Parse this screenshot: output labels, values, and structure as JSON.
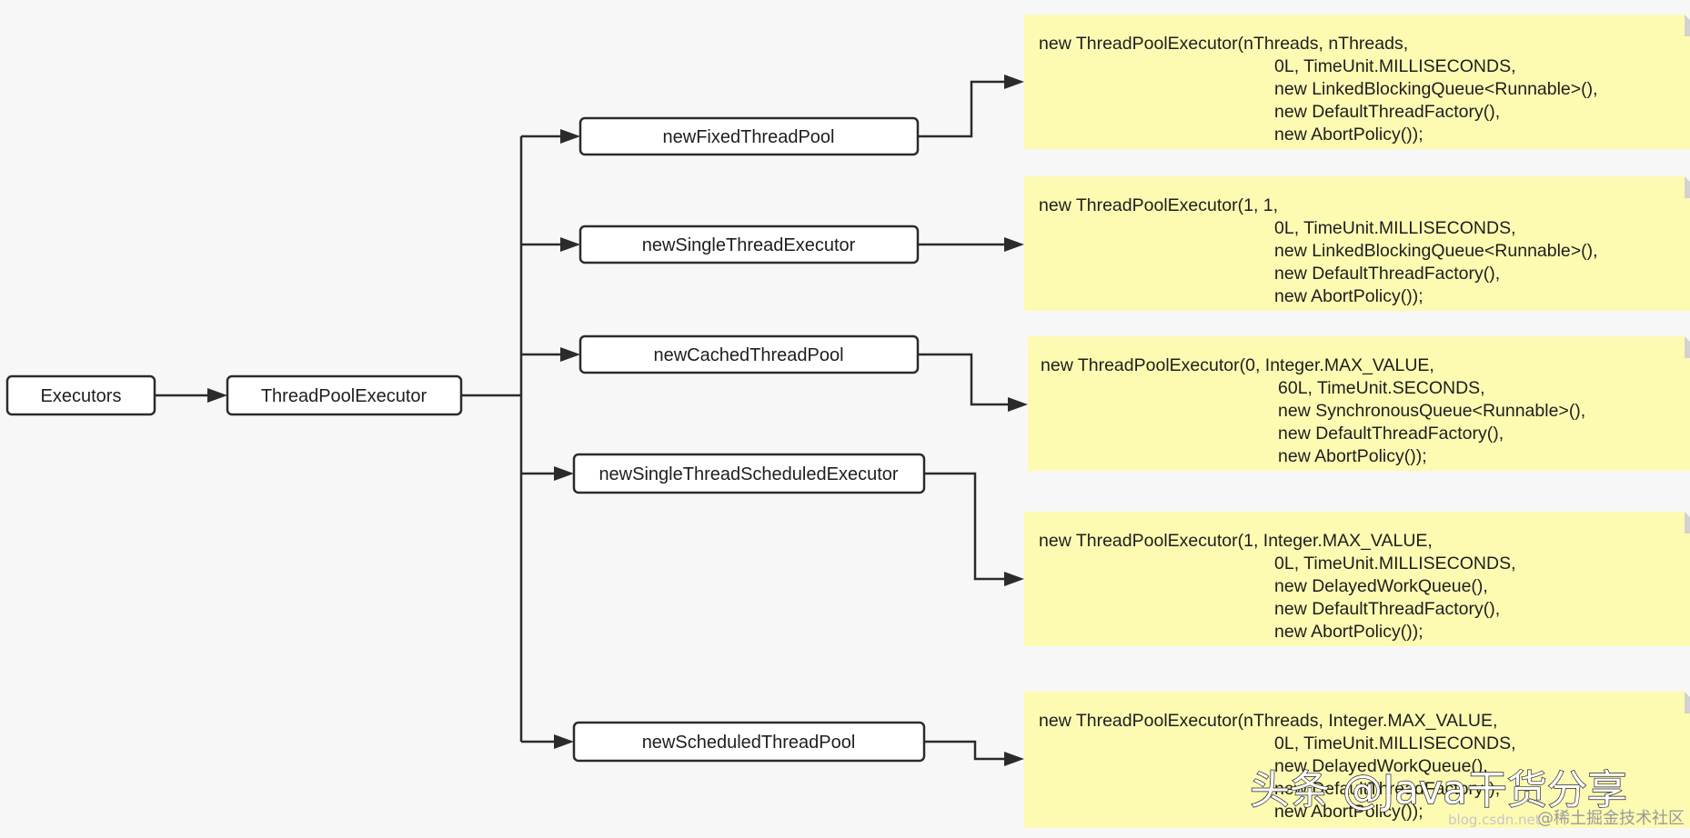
{
  "nodes": {
    "executors": "Executors",
    "thread_pool_executor": "ThreadPoolExecutor",
    "factories": [
      "newFixedThreadPool",
      "newSingleThreadExecutor",
      "newCachedThreadPool",
      "newSingleThreadScheduledExecutor",
      "newScheduledThreadPool"
    ]
  },
  "notes": [
    {
      "lines": [
        "new ThreadPoolExecutor(nThreads, nThreads,",
        "0L, TimeUnit.MILLISECONDS,",
        "new LinkedBlockingQueue<Runnable>(),",
        "new DefaultThreadFactory(),",
        "new AbortPolicy());"
      ]
    },
    {
      "lines": [
        "new ThreadPoolExecutor(1, 1,",
        "0L, TimeUnit.MILLISECONDS,",
        "new LinkedBlockingQueue<Runnable>(),",
        "new DefaultThreadFactory(),",
        "new AbortPolicy());"
      ]
    },
    {
      "lines": [
        "new ThreadPoolExecutor(0, Integer.MAX_VALUE,",
        "60L, TimeUnit.SECONDS,",
        "new SynchronousQueue<Runnable>(),",
        "new DefaultThreadFactory(),",
        "new AbortPolicy());"
      ]
    },
    {
      "lines": [
        "new ThreadPoolExecutor(1,  Integer.MAX_VALUE,",
        "0L, TimeUnit.MILLISECONDS,",
        "new DelayedWorkQueue(),",
        "new DefaultThreadFactory(),",
        "new AbortPolicy());"
      ]
    },
    {
      "lines": [
        "new ThreadPoolExecutor(nThreads,  Integer.MAX_VALUE,",
        "0L, TimeUnit.MILLISECONDS,",
        "new DelayedWorkQueue(),",
        "new DefaultThreadFactory(),",
        "new AbortPolicy());"
      ]
    }
  ],
  "watermarks": {
    "main": "头条 @Java干货分享",
    "small": "@稀土掘金技术社区",
    "faint": "blog.csdn.net"
  },
  "colors": {
    "note_fill": "#fdfbb2",
    "stroke": "#2b2b2b",
    "background": "#f7f7f7"
  }
}
